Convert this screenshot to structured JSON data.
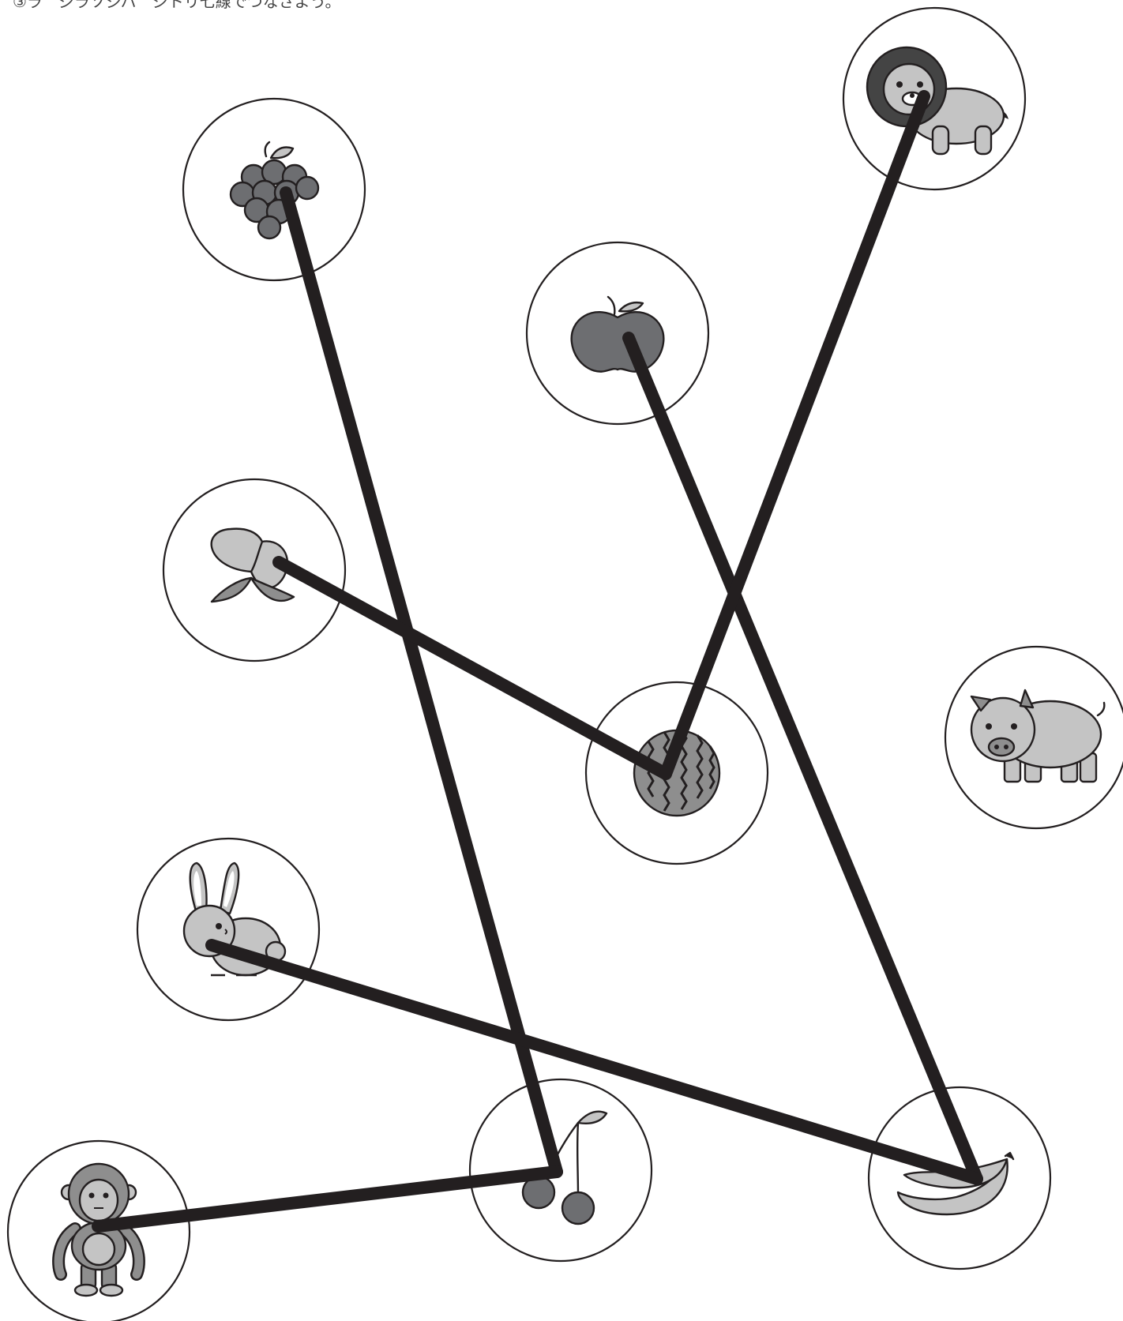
{
  "instruction": "③ラ　ジラソジバ　ジトリ七線でつなさよう。",
  "colors": {
    "ink": "#231f20",
    "dark_gray": "#6d6e71",
    "mid_gray": "#8e8e8e",
    "light_gray": "#c4c4c4",
    "background": "#ffffff"
  },
  "items": [
    {
      "id": "lion",
      "icon": "lion-icon",
      "category": "animal"
    },
    {
      "id": "grapes",
      "icon": "grapes-icon",
      "category": "fruit"
    },
    {
      "id": "apple",
      "icon": "apple-icon",
      "category": "fruit"
    },
    {
      "id": "peach",
      "icon": "peach-icon",
      "category": "fruit"
    },
    {
      "id": "watermelon",
      "icon": "watermelon-icon",
      "category": "fruit"
    },
    {
      "id": "pig",
      "icon": "pig-icon",
      "category": "animal"
    },
    {
      "id": "rabbit",
      "icon": "rabbit-icon",
      "category": "animal"
    },
    {
      "id": "cherry",
      "icon": "cherry-icon",
      "category": "fruit"
    },
    {
      "id": "banana",
      "icon": "banana-icon",
      "category": "fruit"
    },
    {
      "id": "monkey",
      "icon": "monkey-icon",
      "category": "animal"
    }
  ],
  "connections": [
    {
      "from": "grapes",
      "to": "cherry"
    },
    {
      "from": "cherry",
      "to": "monkey"
    },
    {
      "from": "apple",
      "to": "banana"
    },
    {
      "from": "banana",
      "to": "rabbit"
    },
    {
      "from": "peach",
      "to": "watermelon"
    },
    {
      "from": "watermelon",
      "to": "lion"
    }
  ]
}
